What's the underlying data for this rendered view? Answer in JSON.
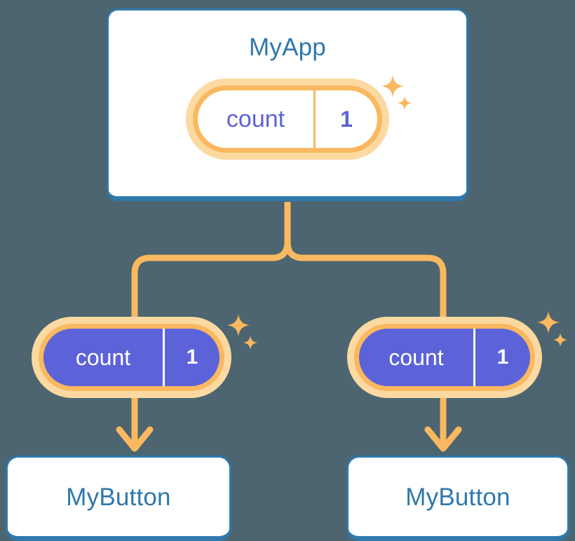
{
  "diagram": {
    "title_text": "MyApp",
    "background_color": "#4c6570",
    "accent_blue": "#2f78ac",
    "accent_orange": "#fab860",
    "accent_orange_light": "#fbd9a1",
    "accent_purple": "#5c63d8"
  },
  "root": {
    "label": "MyApp",
    "state": {
      "key": "count",
      "value": "1"
    }
  },
  "branches": [
    {
      "state": {
        "key": "count",
        "value": "1"
      },
      "component": {
        "label": "MyButton"
      }
    },
    {
      "state": {
        "key": "count",
        "value": "1"
      },
      "component": {
        "label": "MyButton"
      }
    }
  ],
  "icons": {
    "sparkle_large": "sparkle-icon",
    "sparkle_small": "sparkle-small-icon",
    "arrow_down": "arrow-down-icon",
    "branch_connector": "branch-connector-icon"
  }
}
